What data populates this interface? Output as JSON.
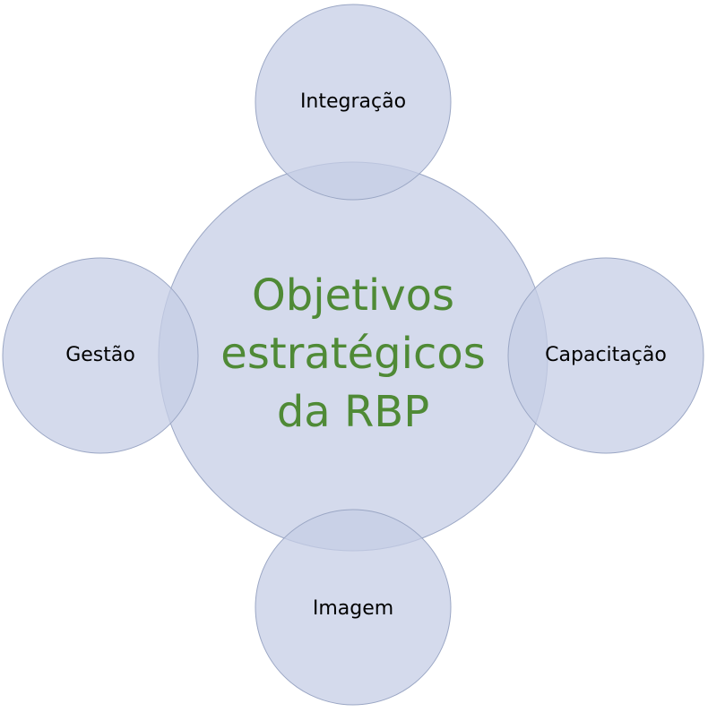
{
  "diagram": {
    "center": {
      "lines": [
        "Objetivos",
        "estratégicos",
        "da RBP"
      ]
    },
    "satellites": {
      "top": "Integração",
      "left": "Gestão",
      "right": "Capacitação",
      "bottom": "Imagem"
    }
  },
  "colors": {
    "circle_fill": "#c5cee6",
    "circle_stroke": "#9aa6c4",
    "center_text": "#4f8a36"
  }
}
